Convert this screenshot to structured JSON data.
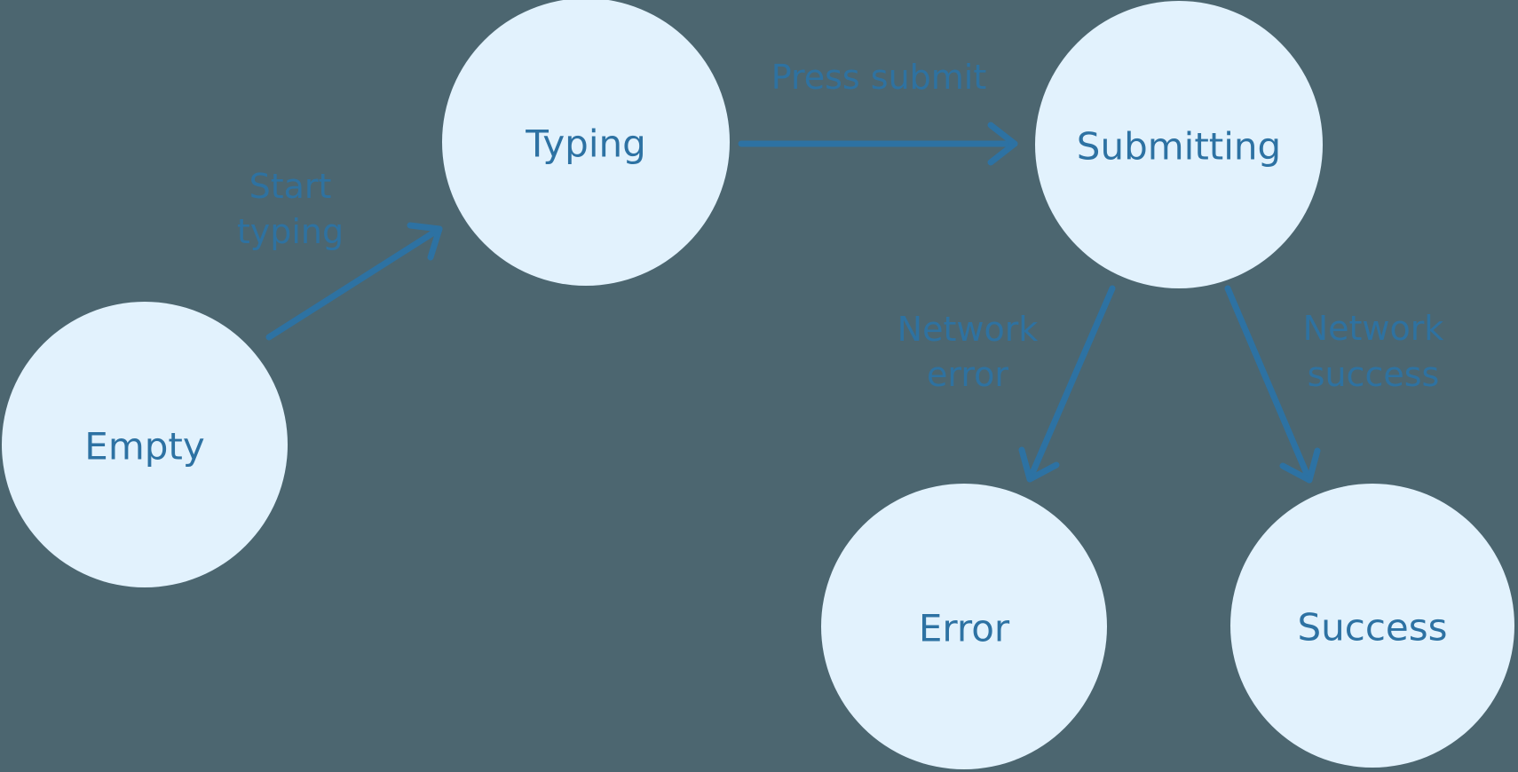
{
  "diagram": {
    "type": "state-machine",
    "colors": {
      "background": "#4C6670",
      "node_fill": "#E2F2FD",
      "node_text": "#2D72A3",
      "arrow": "#2D72A3",
      "edge_label": "#2D72A3"
    },
    "nodes": [
      {
        "id": "empty",
        "label": "Empty"
      },
      {
        "id": "typing",
        "label": "Typing"
      },
      {
        "id": "submitting",
        "label": "Submitting"
      },
      {
        "id": "error",
        "label": "Error"
      },
      {
        "id": "success",
        "label": "Success"
      }
    ],
    "edges": [
      {
        "from": "Empty",
        "to": "Typing",
        "label": "Start typing",
        "lines": [
          "Start",
          "typing"
        ]
      },
      {
        "from": "Typing",
        "to": "Submitting",
        "label": "Press submit",
        "lines": [
          "Press submit"
        ]
      },
      {
        "from": "Submitting",
        "to": "Error",
        "label": "Network error",
        "lines": [
          "Network",
          "error"
        ]
      },
      {
        "from": "Submitting",
        "to": "Success",
        "label": "Network success",
        "lines": [
          "Network",
          "success"
        ]
      }
    ]
  }
}
